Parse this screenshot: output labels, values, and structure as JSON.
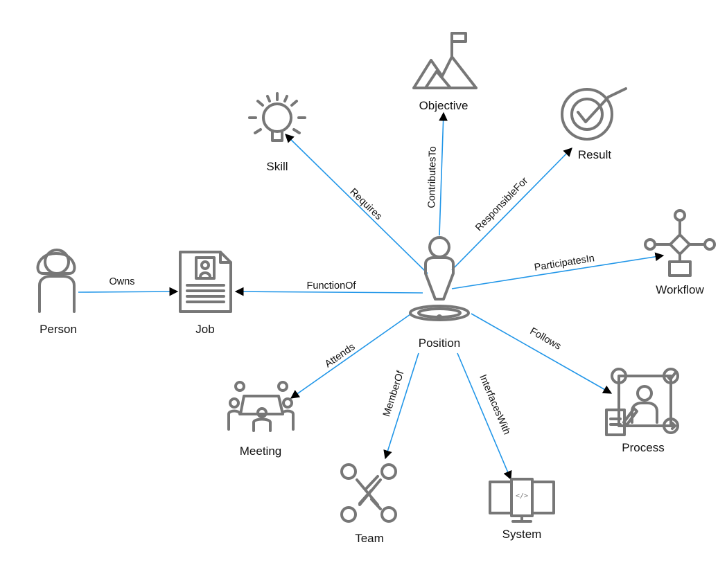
{
  "diagram": {
    "center": "Position",
    "nodes": {
      "position": "Position",
      "person": "Person",
      "job": "Job",
      "skill": "Skill",
      "objective": "Objective",
      "result": "Result",
      "workflow": "Workflow",
      "process": "Process",
      "system": "System",
      "team": "Team",
      "meeting": "Meeting"
    },
    "edges": {
      "owns": "Owns",
      "function_of": "FunctionOf",
      "requires": "Requires",
      "contributes_to": "ContributesTo",
      "responsible_for": "ResponsibleFor",
      "participates_in": "ParticipatesIn",
      "follows": "Follows",
      "interfaces_with": "InterfacesWith",
      "member_of": "MemberOf",
      "attends": "Attends"
    },
    "icons": {
      "person": "person-icon",
      "job": "job-document-icon",
      "skill": "lightbulb-icon",
      "objective": "mountain-flag-icon",
      "result": "target-check-icon",
      "workflow": "workflow-icon",
      "process": "process-icon",
      "system": "monitors-code-icon",
      "team": "team-icon",
      "meeting": "meeting-icon",
      "position": "position-pin-icon"
    },
    "colors": {
      "edge": "#2196e8",
      "icon": "#777777",
      "arrowhead": "#000000"
    }
  }
}
